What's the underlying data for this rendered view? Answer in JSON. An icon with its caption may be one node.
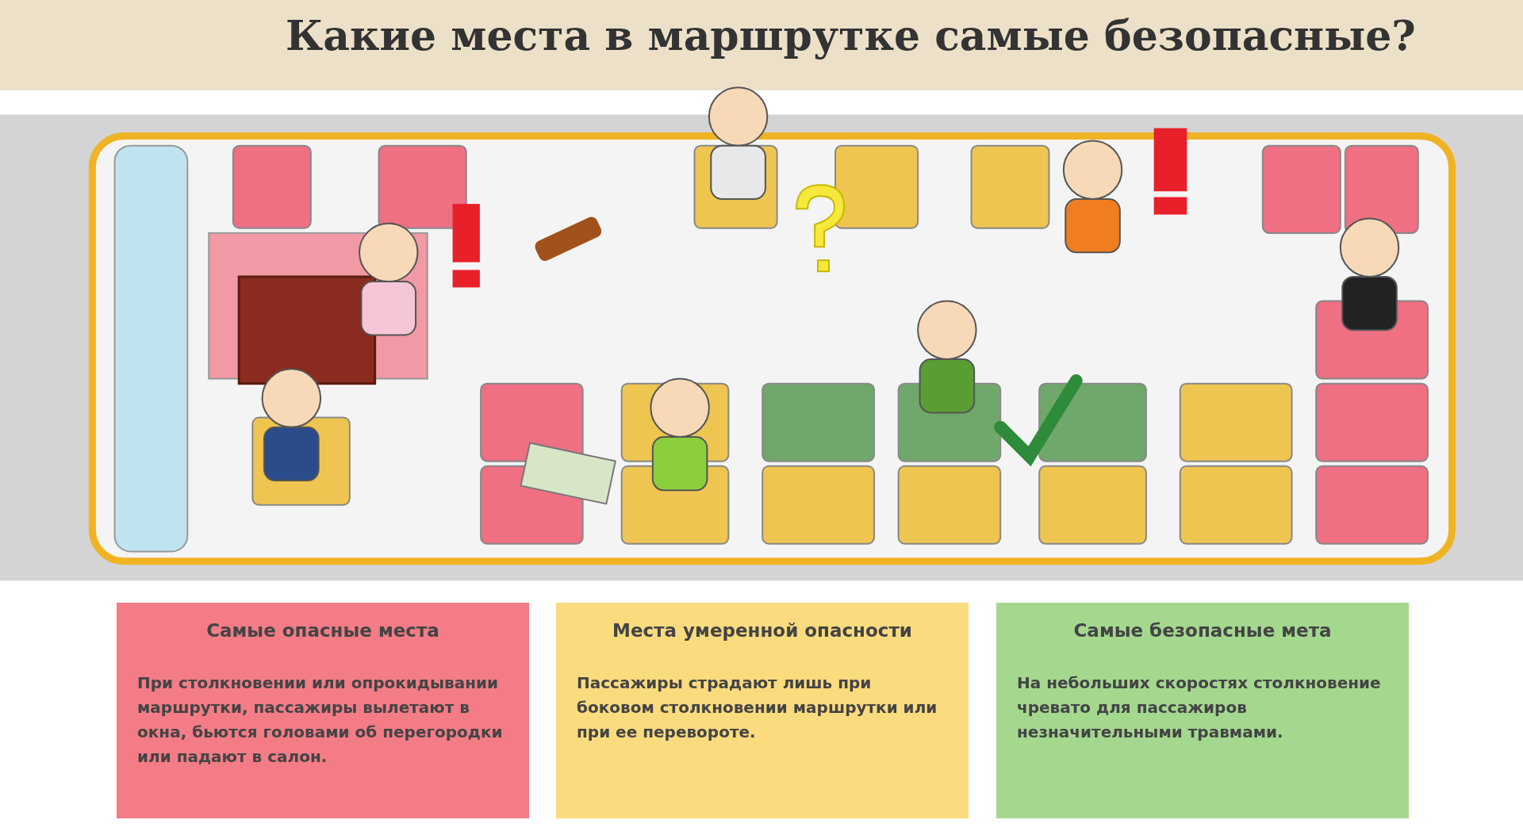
{
  "diagram": {
    "title": "Какие места в маршрутке самые безопасные?",
    "nodes": [
      {
        "text": [
          "Самые опасные места",
          "При столкновении или опрокидывании маршрутки, пассажиры вылетают в окна, бьются головами об перегородки или падают в салон."
        ]
      },
      {
        "text": [
          "Места умеренной опасности",
          "Пассажиры страдают лишь при боковом столкновении маршрутки или при ее перевороте."
        ]
      },
      {
        "text": [
          "Самые безопасные мета",
          "На небольших скоростях столкновение чревато для пассажиров незначительными травмами."
        ]
      }
    ],
    "edges": []
  }
}
